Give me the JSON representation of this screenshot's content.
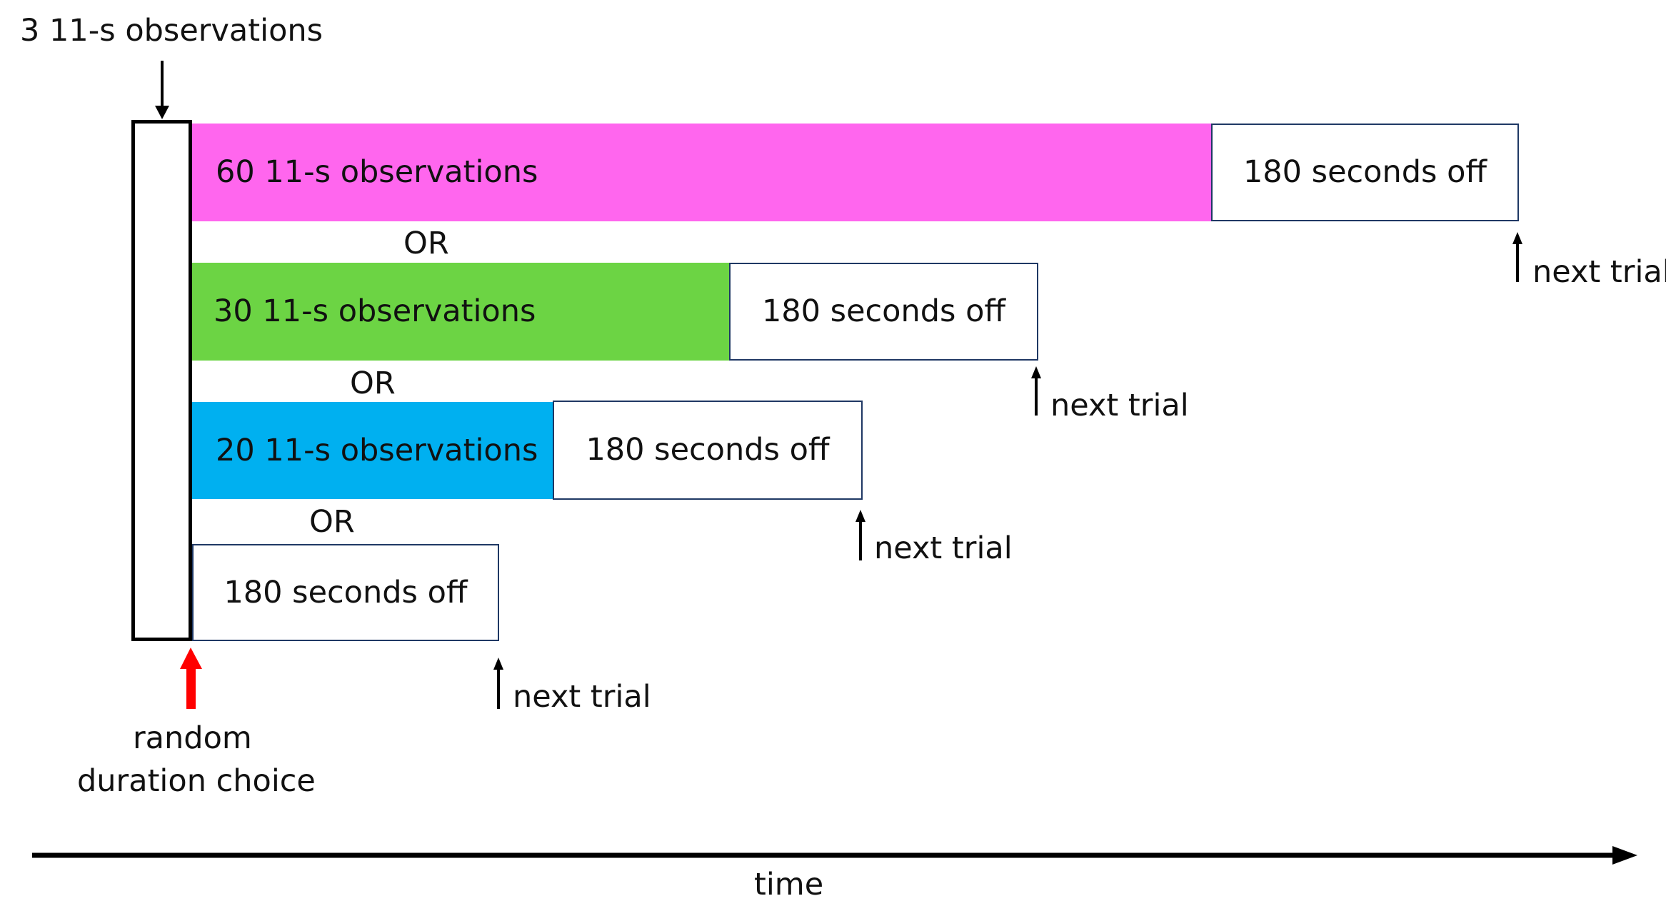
{
  "colors": {
    "magenta": "#ff66ee",
    "green": "#6cd444",
    "blue": "#00b0f0",
    "border": "#1f3864",
    "red_arrow": "#ff0000"
  },
  "top_label": "3 11-s observations",
  "rows": [
    {
      "observations_label": "60 11-s observations",
      "off_label": "180 seconds off",
      "next_label": "next trial",
      "color": "magenta"
    },
    {
      "or_label": "OR",
      "observations_label": "30 11-s observations",
      "off_label": "180 seconds off",
      "next_label": "next trial",
      "color": "green"
    },
    {
      "or_label": "OR",
      "observations_label": "20 11-s observations",
      "off_label": "180 seconds off",
      "next_label": "next trial",
      "color": "blue"
    },
    {
      "or_label": "OR",
      "off_label": "180 seconds off",
      "next_label": "next trial"
    }
  ],
  "random_choice_label": [
    "random",
    "duration choice"
  ],
  "time_label": "time"
}
